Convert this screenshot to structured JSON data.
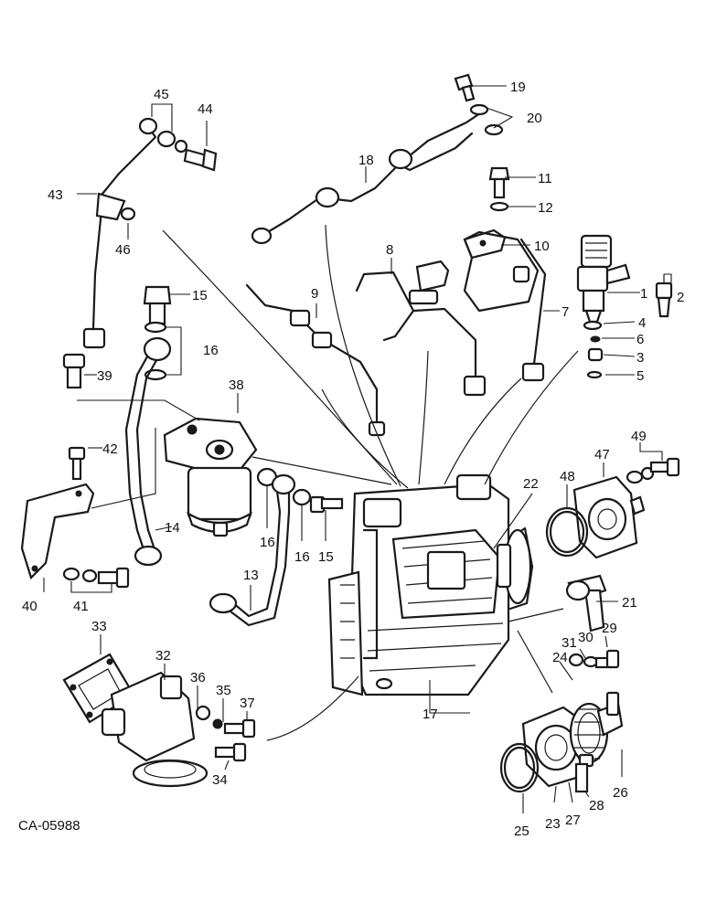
{
  "figure_reference": "CA-05988",
  "callouts": [
    {
      "label": "1"
    },
    {
      "label": "2"
    },
    {
      "label": "3"
    },
    {
      "label": "4"
    },
    {
      "label": "5"
    },
    {
      "label": "6"
    },
    {
      "label": "7"
    },
    {
      "label": "8"
    },
    {
      "label": "9"
    },
    {
      "label": "10"
    },
    {
      "label": "11"
    },
    {
      "label": "12"
    },
    {
      "label": "13"
    },
    {
      "label": "14"
    },
    {
      "label": "15"
    },
    {
      "label": "15"
    },
    {
      "label": "16"
    },
    {
      "label": "16"
    },
    {
      "label": "16"
    },
    {
      "label": "17"
    },
    {
      "label": "18"
    },
    {
      "label": "19"
    },
    {
      "label": "20"
    },
    {
      "label": "21"
    },
    {
      "label": "22"
    },
    {
      "label": "23"
    },
    {
      "label": "24"
    },
    {
      "label": "25"
    },
    {
      "label": "26"
    },
    {
      "label": "27"
    },
    {
      "label": "28"
    },
    {
      "label": "29"
    },
    {
      "label": "30"
    },
    {
      "label": "31"
    },
    {
      "label": "32"
    },
    {
      "label": "33"
    },
    {
      "label": "34"
    },
    {
      "label": "35"
    },
    {
      "label": "36"
    },
    {
      "label": "37"
    },
    {
      "label": "38"
    },
    {
      "label": "39"
    },
    {
      "label": "40"
    },
    {
      "label": "41"
    },
    {
      "label": "42"
    },
    {
      "label": "43"
    },
    {
      "label": "44"
    },
    {
      "label": "45"
    },
    {
      "label": "46"
    },
    {
      "label": "47"
    },
    {
      "label": "48"
    },
    {
      "label": "49"
    }
  ]
}
